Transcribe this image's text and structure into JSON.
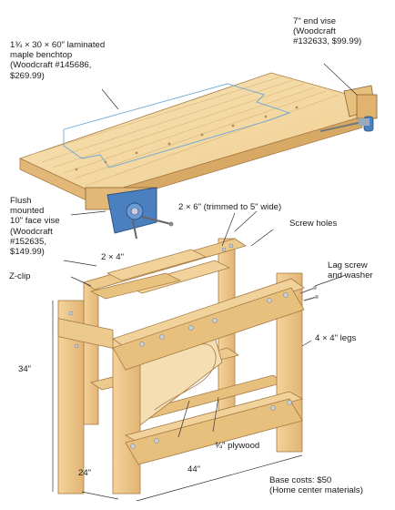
{
  "labels": {
    "benchtop": "1¾ × 30 × 60\" laminated\nmaple benchtop\n(Woodcraft #145686,\n$269.99)",
    "end_vise": "7\" end vise\n(Woodcraft\n#132633, $99.99)",
    "face_vise": "Flush\nmounted\n10\" face vise\n(Woodcraft\n#152635,\n$149.99)",
    "rail_2x6": "2 × 6\" (trimmed to 5\" wide)",
    "screw_holes": "Screw holes",
    "rail_2x4": "2 × 4\"",
    "z_clip": "Z-clip",
    "lag_screw": "Lag screw\nand washer",
    "legs": "4 × 4\" legs",
    "height": "34\"",
    "plywood": "¾\" plywood",
    "depth": "24\"",
    "length": "44\"",
    "base_costs": "Base costs: $50\n(Home center materials)"
  },
  "colors": {
    "wood_light": "#f3d9a6",
    "wood_mid": "#e8c07e",
    "wood_dark": "#c9975a",
    "vise_blue": "#4a7fc0",
    "leader": "#333333"
  }
}
